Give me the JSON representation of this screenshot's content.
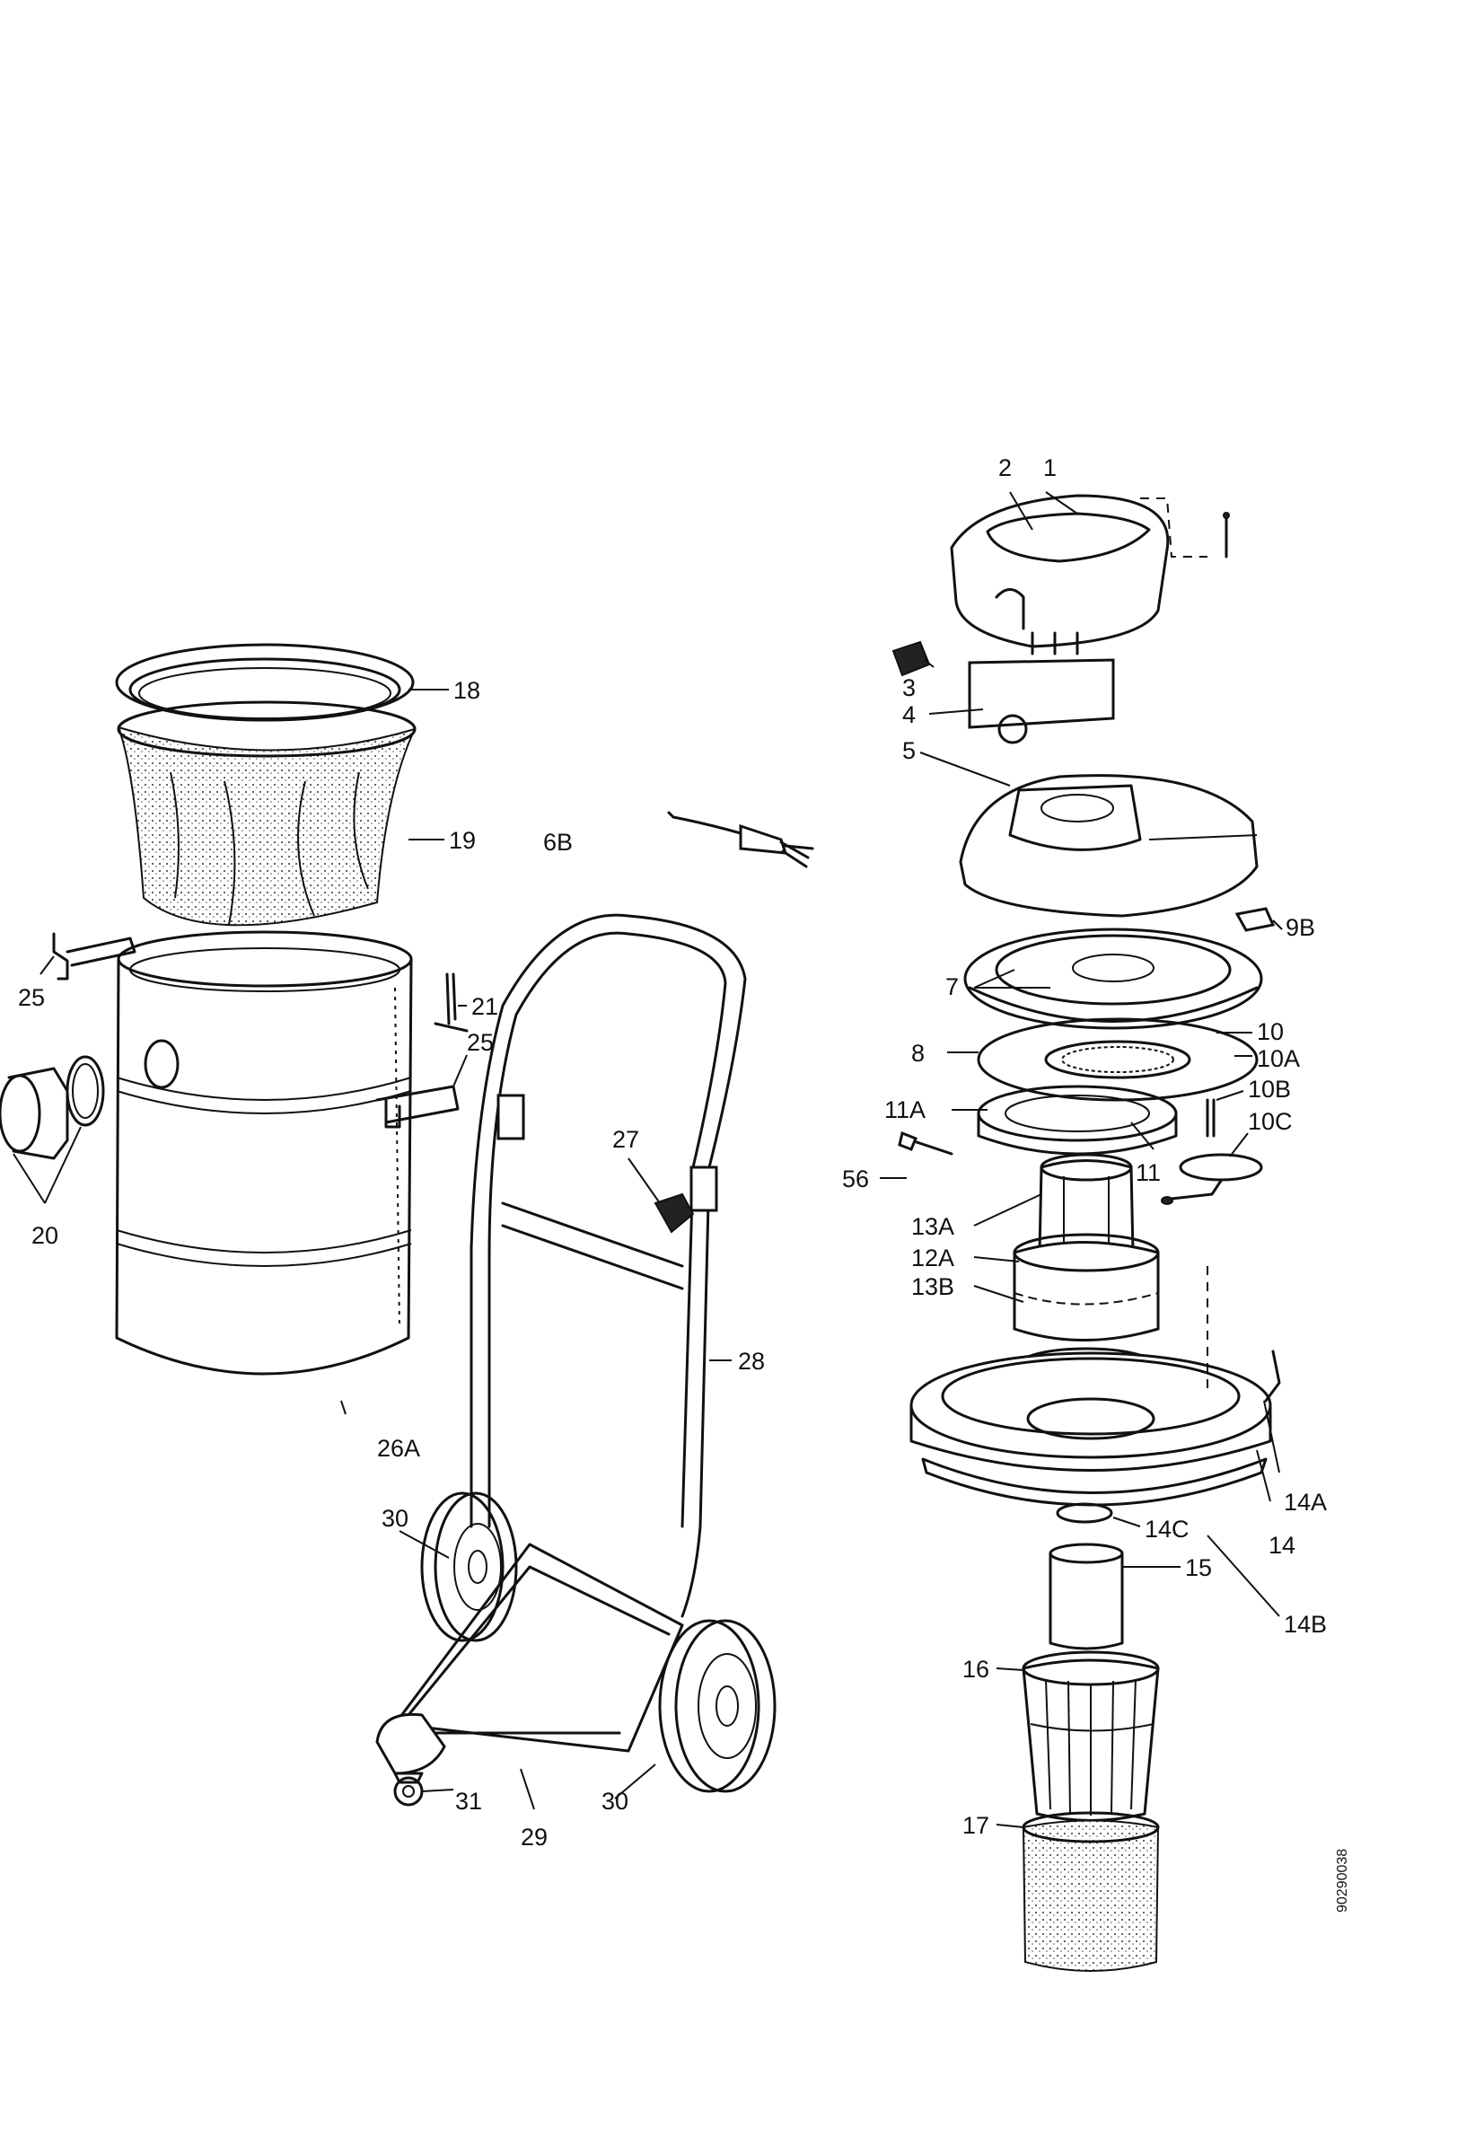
{
  "drawing_code": "90290038",
  "callouts": [
    {
      "id": "c1",
      "text": "1"
    },
    {
      "id": "c2",
      "text": "2"
    },
    {
      "id": "c3",
      "text": "3"
    },
    {
      "id": "c4",
      "text": "4"
    },
    {
      "id": "c5",
      "text": "5"
    },
    {
      "id": "c6B",
      "text": "6B"
    },
    {
      "id": "c7",
      "text": "7"
    },
    {
      "id": "c8",
      "text": "8"
    },
    {
      "id": "c9B",
      "text": "9B"
    },
    {
      "id": "c10",
      "text": "10"
    },
    {
      "id": "c10A",
      "text": "10A"
    },
    {
      "id": "c10B",
      "text": "10B"
    },
    {
      "id": "c10C",
      "text": "10C"
    },
    {
      "id": "c11",
      "text": "11"
    },
    {
      "id": "c11A",
      "text": "11A"
    },
    {
      "id": "c12A",
      "text": "12A"
    },
    {
      "id": "c13A",
      "text": "13A"
    },
    {
      "id": "c13B",
      "text": "13B"
    },
    {
      "id": "c14",
      "text": "14"
    },
    {
      "id": "c14A",
      "text": "14A"
    },
    {
      "id": "c14B",
      "text": "14B"
    },
    {
      "id": "c14C",
      "text": "14C"
    },
    {
      "id": "c15",
      "text": "15"
    },
    {
      "id": "c16",
      "text": "16"
    },
    {
      "id": "c17",
      "text": "17"
    },
    {
      "id": "c18",
      "text": "18"
    },
    {
      "id": "c19",
      "text": "19"
    },
    {
      "id": "c20",
      "text": "20"
    },
    {
      "id": "c21",
      "text": "21"
    },
    {
      "id": "c25a",
      "text": "25"
    },
    {
      "id": "c25b",
      "text": "25"
    },
    {
      "id": "c26A",
      "text": "26A"
    },
    {
      "id": "c27",
      "text": "27"
    },
    {
      "id": "c28",
      "text": "28"
    },
    {
      "id": "c29",
      "text": "29"
    },
    {
      "id": "c30a",
      "text": "30"
    },
    {
      "id": "c30b",
      "text": "30"
    },
    {
      "id": "c31",
      "text": "31"
    },
    {
      "id": "c56",
      "text": "56"
    }
  ]
}
